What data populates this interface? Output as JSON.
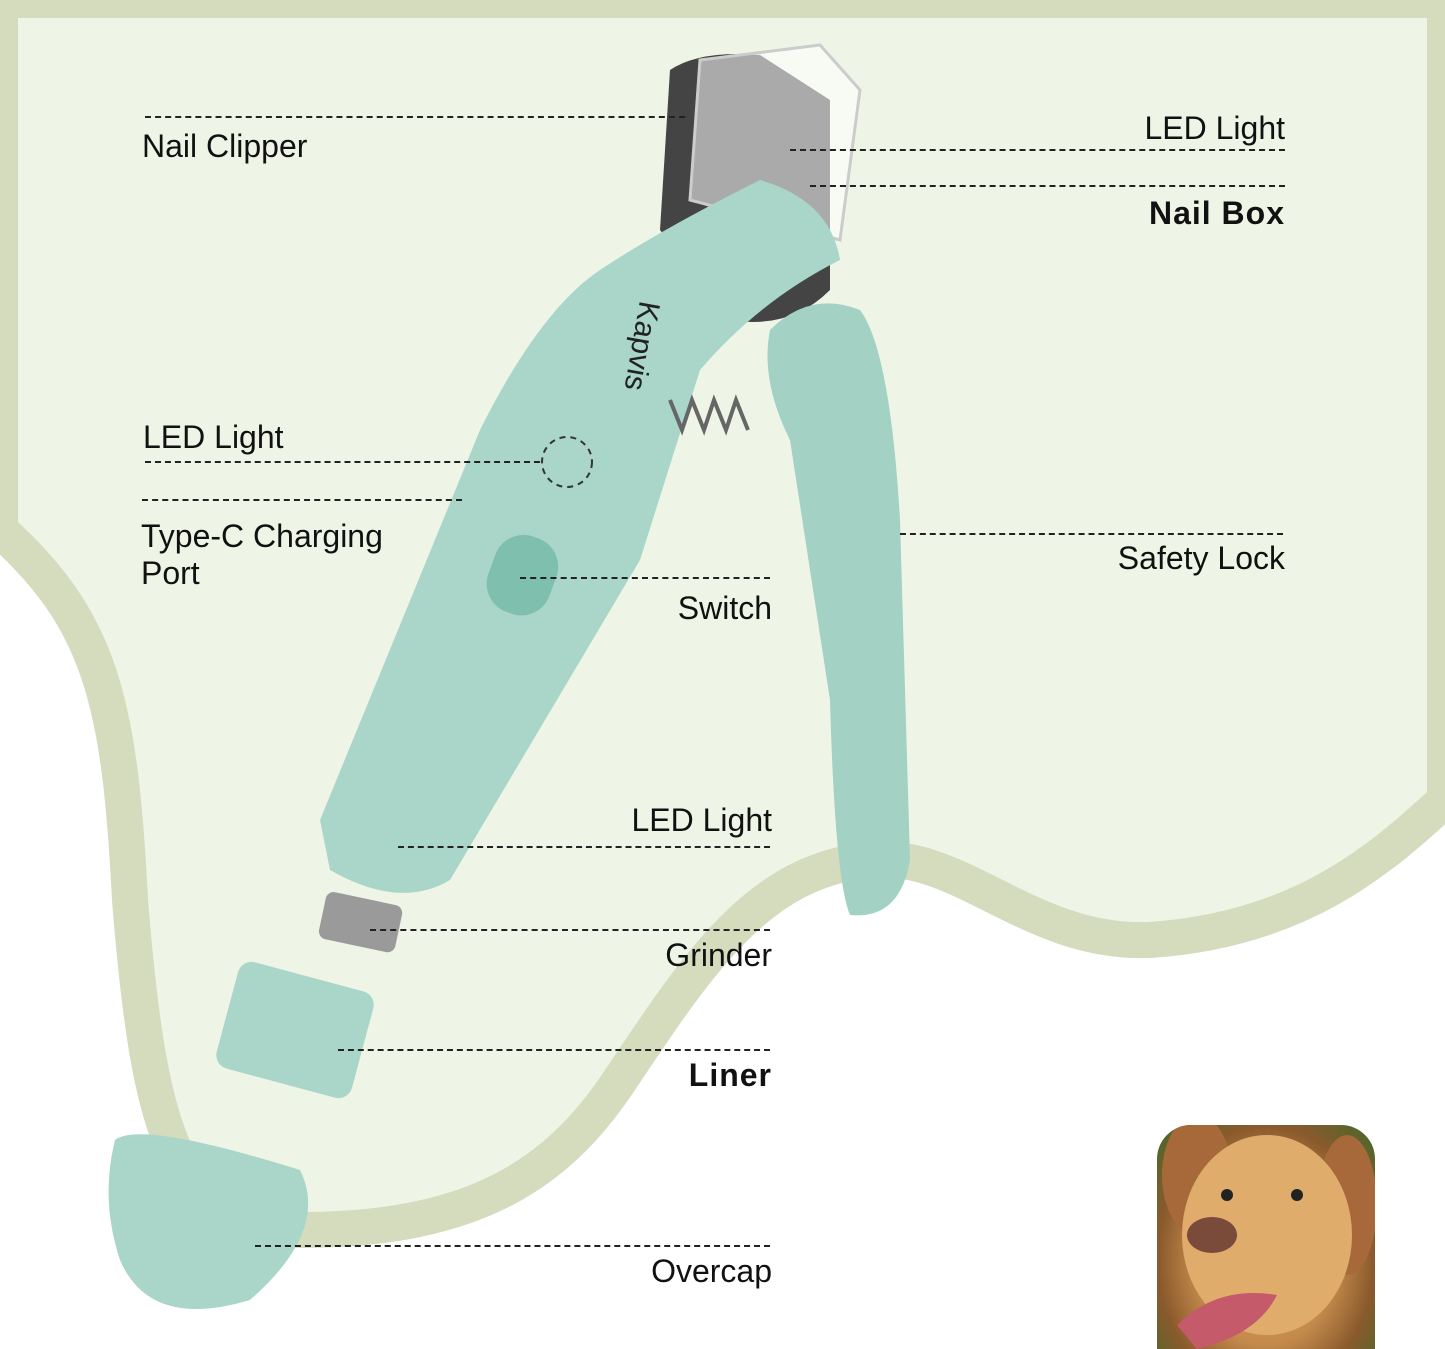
{
  "brand": "Kapvis",
  "colors": {
    "background_top": "#eef5e6",
    "wave_band": "#d5dbbd",
    "device": "#a9d6c9",
    "text": "#111111"
  },
  "labels": {
    "nail_clipper": "Nail Clipper",
    "led_light_top": "LED Light",
    "nail_box": "Nail Box",
    "led_light_mid": "LED Light",
    "type_c_line1": "Type-C Charging",
    "type_c_line2": "Port",
    "safety_lock": "Safety Lock",
    "switch": "Switch",
    "led_light_bottom": "LED Light",
    "grinder": "Grinder",
    "liner": "Liner",
    "overcap": "Overcap"
  },
  "photo": "golden-retriever-dog"
}
